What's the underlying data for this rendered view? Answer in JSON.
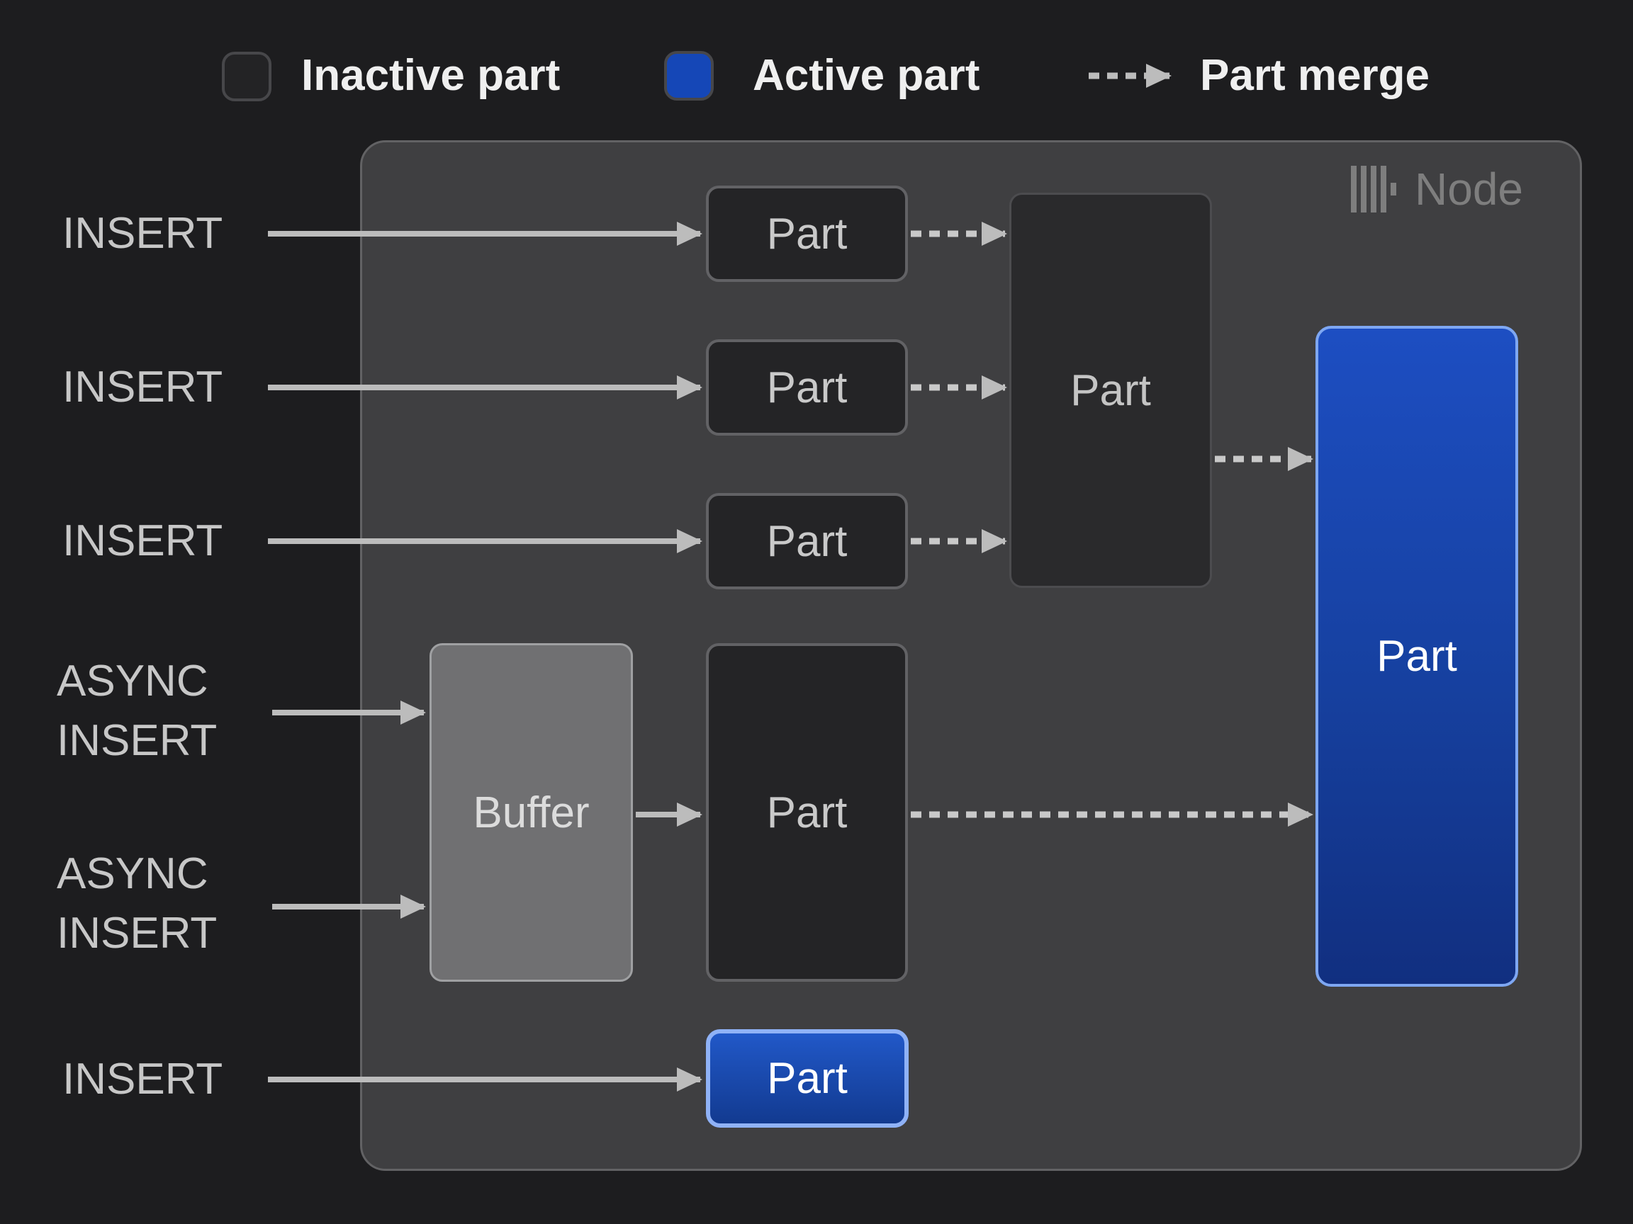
{
  "legend": {
    "inactive_label": "Inactive part",
    "active_label": "Active part",
    "merge_label": "Part merge"
  },
  "node": {
    "title": "Node",
    "logo": "clickhouse-bars-logo",
    "parts": {
      "small1": "Part",
      "small2": "Part",
      "small3": "Part",
      "merged": "Part",
      "buffer": "Buffer",
      "buffered": "Part",
      "active_main": "Part",
      "active_new": "Part"
    }
  },
  "inputs": {
    "insert1": "INSERT",
    "insert2": "INSERT",
    "insert3": "INSERT",
    "async1": [
      "ASYNC",
      "INSERT"
    ],
    "async2": [
      "ASYNC",
      "INSERT"
    ],
    "insert4": "INSERT"
  },
  "colors": {
    "background": "#1d1d1f",
    "node_fill": "#3f3f41",
    "inactive_part_fill": "#242426",
    "active_part_blue": "#1547b7",
    "active_gradient_top": "#1d4ec2",
    "active_gradient_bottom": "#112f80",
    "buffer_fill": "#707072",
    "arrow_gray": "#bcbcbc",
    "label_gray": "#c7c7c7",
    "node_title_gray": "#7e7e7e"
  }
}
